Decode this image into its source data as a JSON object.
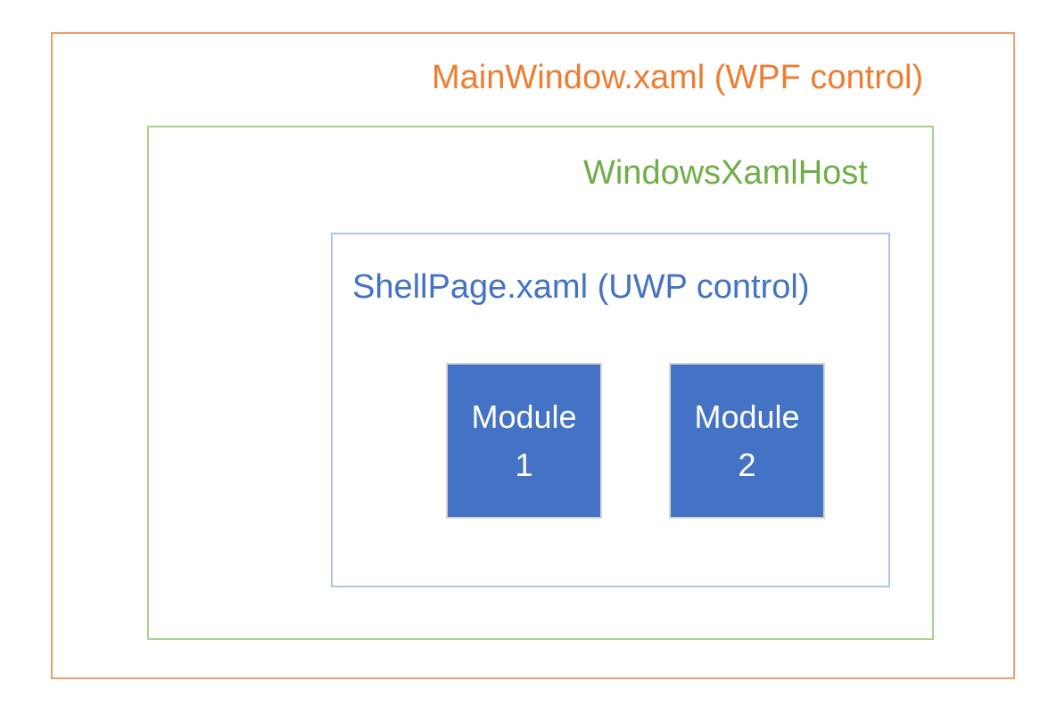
{
  "diagram": {
    "title": "MainWindow.xaml (WPF control)",
    "mainwindow": {
      "label": "MainWindow.xaml (WPF control)",
      "text_color": "#ED7D31",
      "border_color": "#F19D6B"
    },
    "xamlhost": {
      "label": "WindowsXamlHost",
      "text_color": "#70AD47",
      "border_color": "#A9D18E"
    },
    "shellpage": {
      "label": "ShellPage.xaml (UWP control)",
      "text_color": "#4472C4",
      "border_color": "#A9C6E8"
    },
    "modules": [
      {
        "name": "Module",
        "number": "1"
      },
      {
        "name": "Module",
        "number": "2"
      }
    ],
    "module_style": {
      "fill_color": "#4472C4",
      "border_color": "#D6D6D6",
      "text_color": "#FFFFFF"
    }
  }
}
